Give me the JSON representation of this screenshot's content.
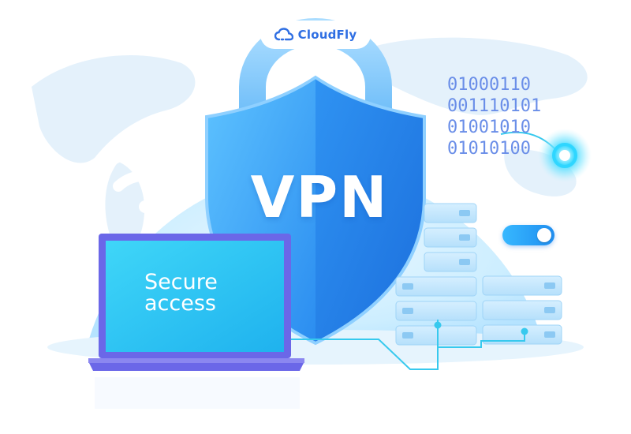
{
  "brand": {
    "name": "CloudFly",
    "icon": "cloud-icon",
    "color": "#2f6fe3"
  },
  "shield": {
    "label": "VPN",
    "icon": "shield-icon"
  },
  "binary_lines": [
    "01000110",
    "001110101",
    "01001010",
    "01010100"
  ],
  "laptop": {
    "screen_line1": "Secure",
    "screen_line2": "access"
  },
  "icons": {
    "wifi": "wifi-icon",
    "padlock": "padlock-icon",
    "server": "server-rack-icon",
    "toggle": "toggle-switch-icon",
    "globe": "world-map-icon"
  },
  "colors": {
    "primary_blue": "#1f8ef0",
    "light_blue": "#bfe6ff",
    "cyan_glow": "#2fd6ff",
    "laptop_screen": "#22c7f2",
    "laptop_frame": "#6b67e8"
  },
  "toggle": {
    "state": "on"
  }
}
